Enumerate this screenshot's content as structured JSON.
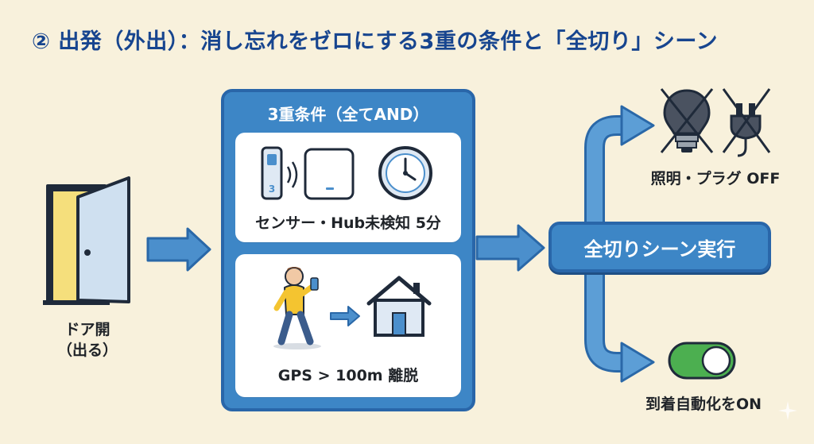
{
  "title": "② 出発（外出）：消し忘れをゼロにする3重の条件と「全切り」シーン",
  "door": {
    "label_line1": "ドア開",
    "label_line2": "（出る）",
    "icon": "open-door-icon"
  },
  "conditions": {
    "header": "3重条件（全てAND）",
    "sensor": {
      "label": "センサー・Hub未検知 5分",
      "sensor_badge": "3",
      "icons": [
        "door-sensor-icon",
        "hub-icon",
        "clock-icon"
      ]
    },
    "gps": {
      "label": "GPS > 100m 離脱",
      "icons": [
        "walking-person-icon",
        "house-icon"
      ]
    }
  },
  "scene": {
    "label": "全切りシーン実行"
  },
  "outputs": {
    "off": {
      "label": "照明・プラグ OFF",
      "icons": [
        "lightbulb-crossed-icon",
        "plug-crossed-icon"
      ]
    },
    "on": {
      "label": "到着自動化をON",
      "icons": [
        "toggle-on-icon"
      ],
      "toggle_state": "on"
    }
  },
  "colors": {
    "background": "#f8f1dc",
    "title": "#17458f",
    "panel": "#3d86c6",
    "panel_border": "#2966a9",
    "arrow": "#4b8fcc",
    "toggle_on": "#4caf50"
  }
}
